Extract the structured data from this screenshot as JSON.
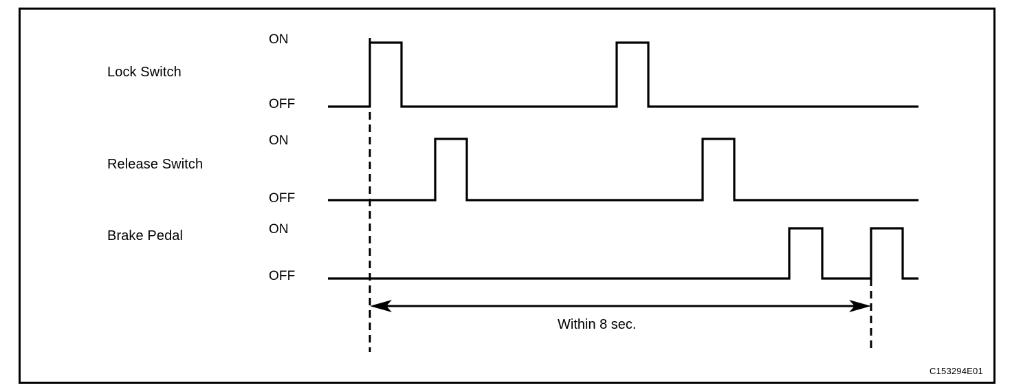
{
  "figure": {
    "code": "C153294E01",
    "border_color": "#000000",
    "line_color": "#000000",
    "background": "#ffffff"
  },
  "signals": [
    {
      "name": "Lock Switch",
      "label": "Lock Switch",
      "on_label": "ON",
      "off_label": "OFF"
    },
    {
      "name": "Release Switch",
      "label": "Release Switch",
      "on_label": "ON",
      "off_label": "OFF"
    },
    {
      "name": "Brake Pedal",
      "label": "Brake Pedal",
      "on_label": "ON",
      "off_label": "OFF"
    }
  ],
  "annotation": {
    "duration_label": "Within 8 sec."
  },
  "chart_data": {
    "type": "line",
    "title": "",
    "subtitle": "",
    "xlabel": "",
    "ylabel": "",
    "grid": false,
    "legend": "none",
    "description": "Digital timing chart showing three boolean signals over time with a 'Within 8 sec.' span marker between the first Lock Switch rising edge and the second Brake Pedal rising edge.",
    "x_axis": {
      "unit": "seconds",
      "range": [
        0,
        8.7
      ],
      "tick_labels": []
    },
    "y_states": [
      "OFF",
      "ON"
    ],
    "markers": [
      {
        "name": "window-start",
        "x": 0.0,
        "style": "dashed-vertical"
      },
      {
        "name": "window-end",
        "x": 8.0,
        "style": "dashed-vertical"
      }
    ],
    "span": {
      "label": "Within 8 sec.",
      "from_x": 0.0,
      "to_x": 8.0,
      "arrows": "both"
    },
    "series": [
      {
        "name": "Lock Switch",
        "type": "digital",
        "initial_state": "OFF",
        "pulses": [
          {
            "index": 1,
            "rise_x": 0.0,
            "fall_x": 0.54,
            "state": "ON"
          },
          {
            "index": 2,
            "rise_x": 4.19,
            "fall_x": 4.73,
            "state": "ON"
          }
        ],
        "final_state": "OFF"
      },
      {
        "name": "Release Switch",
        "type": "digital",
        "initial_state": "OFF",
        "pulses": [
          {
            "index": 1,
            "rise_x": 1.11,
            "fall_x": 1.65,
            "state": "ON"
          },
          {
            "index": 2,
            "rise_x": 5.65,
            "fall_x": 6.19,
            "state": "ON"
          }
        ],
        "final_state": "OFF"
      },
      {
        "name": "Brake Pedal",
        "type": "digital",
        "initial_state": "OFF",
        "pulses": [
          {
            "index": 1,
            "rise_x": 7.08,
            "fall_x": 7.64,
            "state": "ON"
          },
          {
            "index": 2,
            "rise_x": 8.0,
            "fall_x": 8.54,
            "state": "ON"
          }
        ],
        "final_state": "OFF"
      }
    ]
  }
}
